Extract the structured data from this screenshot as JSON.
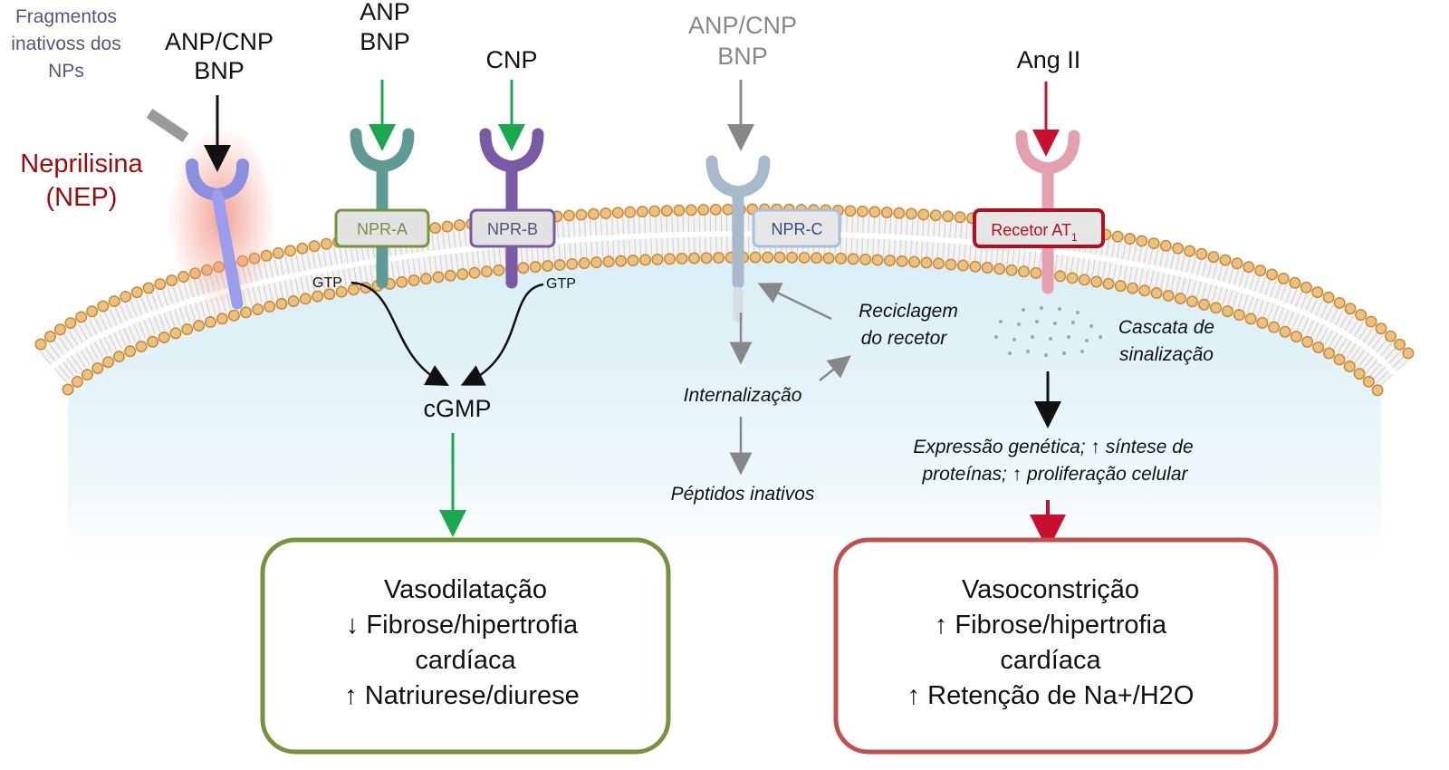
{
  "ligands": {
    "fragments": [
      "Fragmentos",
      "inativoss dos",
      "NPs"
    ],
    "nep_ligand": [
      "ANP/CNP",
      "BNP"
    ],
    "npra_ligand": [
      "ANP",
      "BNP"
    ],
    "nprb_ligand": "CNP",
    "nprc_ligand": [
      "ANP/CNP",
      "BNP"
    ],
    "at1_ligand": "Ang II"
  },
  "enzyme": {
    "name": "Neprilisina",
    "abbr": "(NEP)"
  },
  "receptors": {
    "npra": "NPR-A",
    "nprb": "NPR-B",
    "nprc": "NPR-C",
    "at1": "Recetor AT",
    "at1_sub": "1"
  },
  "intracellular": {
    "gtp_left": "GTP",
    "gtp_right": "GTP",
    "cgmp": "cGMP",
    "recycling": [
      "Reciclagem",
      "do recetor"
    ],
    "internalization": "Internalização",
    "inactive_peptides": "Péptidos inativos",
    "cascade": [
      "Cascata de",
      "sinalização"
    ],
    "expression": [
      "Expressão genética; ↑ síntese de",
      "proteínas; ↑ proliferação celular"
    ]
  },
  "outcomes": {
    "beneficial": [
      "Vasodilatação",
      "↓ Fibrose/hipertrofia",
      "cardíaca",
      "↑ Natriurese/diurese"
    ],
    "harmful": [
      "Vasoconstrição",
      "↑ Fibrose/hipertrofia",
      "cardíaca",
      "↑ Retenção de Na+/H2O"
    ]
  },
  "colors": {
    "nep": "#9b0d0d",
    "green_arrow": "#1aa84f",
    "red_arrow": "#c8102e",
    "green_box": "#76943c",
    "red_box": "#c0504d",
    "npra": "#5f9a95",
    "nprb": "#7a5aa6",
    "nprc": "#a9b9cc",
    "at1": "#e3a0ae",
    "lipid_head": "#e8b36a"
  }
}
